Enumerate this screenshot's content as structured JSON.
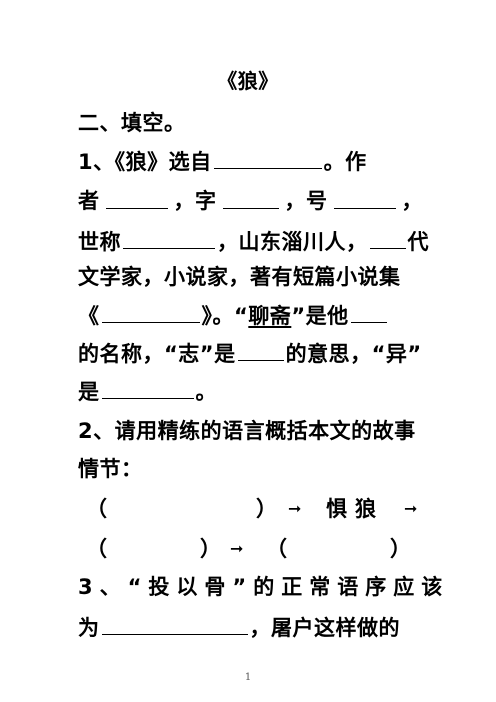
{
  "title": "《狼》",
  "section": "二、填空。",
  "q1": {
    "l1_prefix": "1、《狼》选自",
    "l1_suffix": "。作",
    "l2_a": "者",
    "l2_b": "，字",
    "l2_c": "，号",
    "l2_d": "，",
    "l3_a": "世称",
    "l3_b": "，山东淄川人，",
    "l3_c": "代",
    "l4": "文学家，小说家，著有短篇小说集",
    "l5_a": "《",
    "l5_b": "》。“",
    "l5_c": "聊斋",
    "l5_d": "”是他",
    "l6_a": "的名称，“志”是",
    "l6_b": "的意思，“异”",
    "l7_a": "是",
    "l7_b": "。"
  },
  "q2": {
    "l1": "2、请用精练的语言概括本文的故事",
    "l2": "情节：",
    "open": "（",
    "close": "）",
    "arrow": "➞",
    "middle": "惧狼"
  },
  "q3": {
    "l1_a": "3、“投以骨”的正常语序应该",
    "l2_a": "为",
    "l2_b": "，屠户这样做的"
  },
  "page_number": "1"
}
